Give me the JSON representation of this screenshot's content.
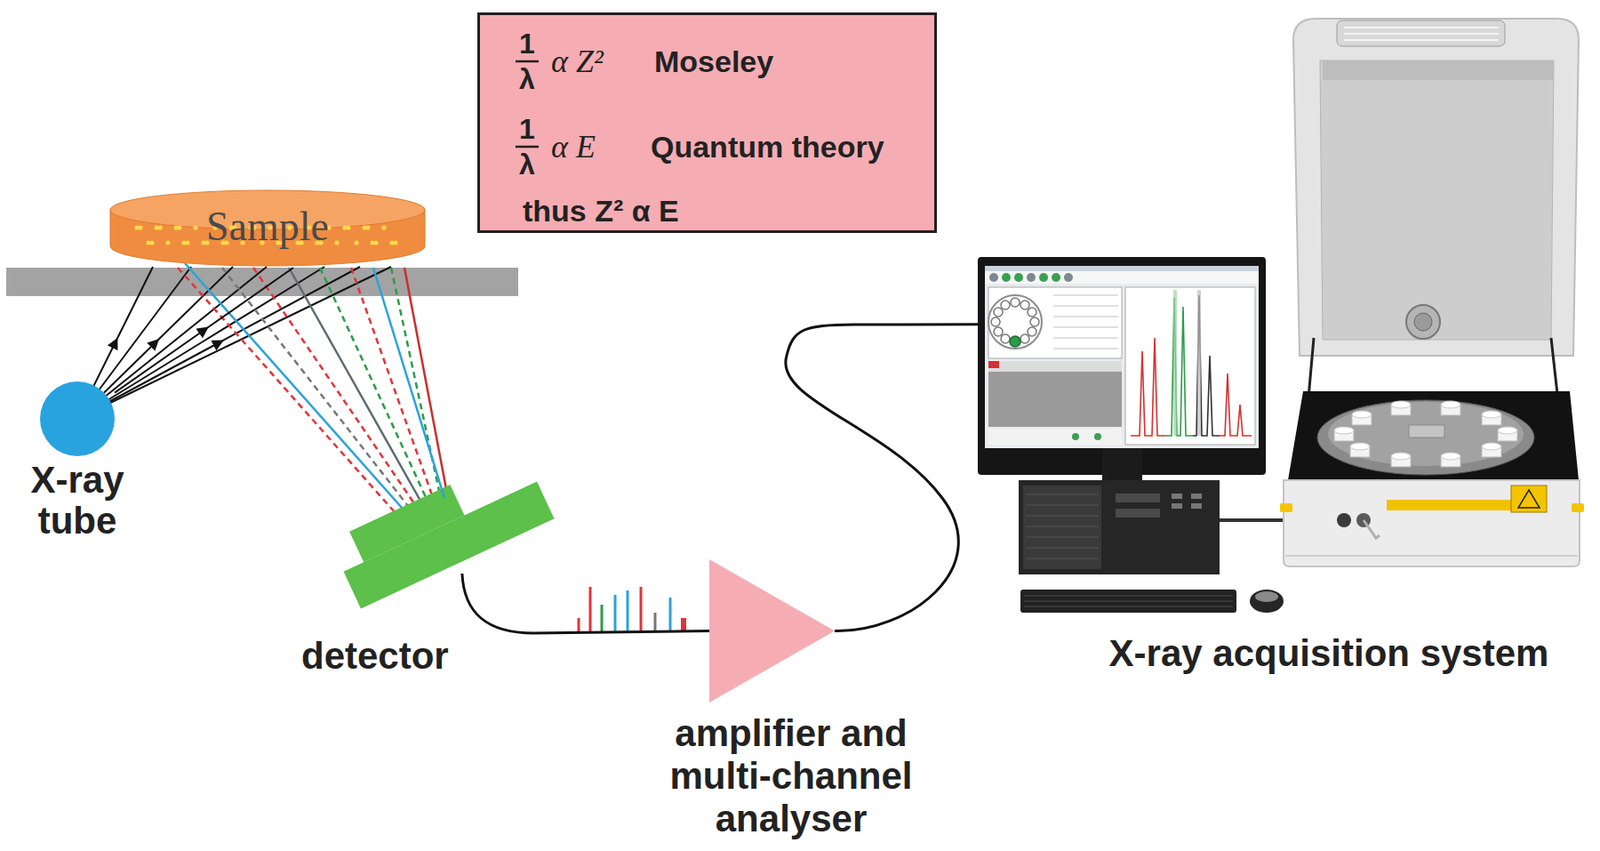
{
  "diagram": {
    "nodes": [
      {
        "text": [
          "1",
          "λ",
          "α Z²",
          "Moseley",
          "1",
          "λ",
          "α E",
          "Quantum theory",
          "thus Z² α E"
        ]
      },
      {
        "text": [
          "Sample"
        ]
      },
      {
        "text": [
          "X-ray tube"
        ]
      },
      {
        "text": [
          "detector"
        ]
      },
      {
        "text": [
          "amplifier and multi-channel analyser"
        ]
      },
      {
        "text": [
          "X-ray acquisition system"
        ]
      }
    ],
    "edges": [
      {
        "from": 2,
        "to": 1,
        "arrow": "to"
      },
      {
        "from": 1,
        "to": 3,
        "arrow": "none"
      },
      {
        "from": 3,
        "to": 4,
        "arrow": "none"
      },
      {
        "from": 4,
        "to": 5,
        "arrow": "none"
      }
    ]
  }
}
